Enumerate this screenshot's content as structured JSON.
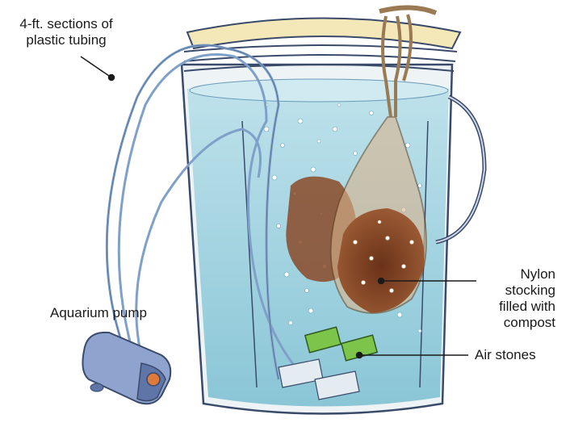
{
  "labels": {
    "tubing": [
      "4-ft. sections of",
      "plastic tubing"
    ],
    "pump": "Aquarium pump",
    "stocking": [
      "Nylon",
      "stocking",
      "filled with",
      "compost"
    ],
    "air_stones": "Air stones"
  },
  "colors": {
    "water": "#a9d6e3",
    "water_deep": "#7fc1d3",
    "bucket_outline": "#3a4a6a",
    "tubing": "#7fa0c8",
    "compost": "#7a3f22",
    "stocking": "#c8a684",
    "pump": "#8fa3cf",
    "air_stone": "#7cc54a",
    "leader_line": "#1a1a1a"
  }
}
